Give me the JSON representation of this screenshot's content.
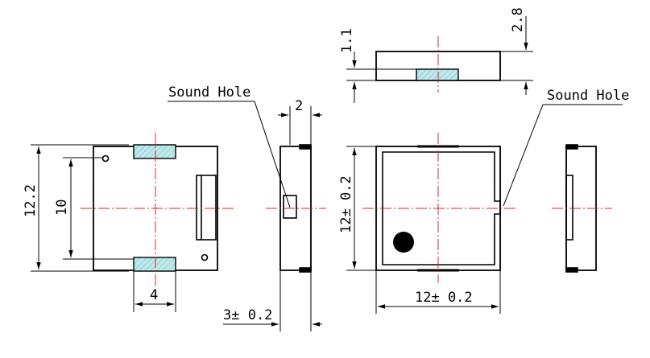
{
  "labels": {
    "sound_hole_left": "Sound Hole",
    "sound_hole_right": "Sound Hole"
  },
  "dimensions": {
    "height_12_2": "12.2",
    "pad_spacing_10": "10",
    "pad_width_4": "4",
    "side_width_2": "2",
    "side_thickness_3": "3± 0.2",
    "top_thickness_1_1": "1.1",
    "top_height_2_8": "2.8",
    "front_height_12": "12± 0.2",
    "front_width_12": "12± 0.2"
  },
  "colors": {
    "line": "#000000",
    "centerline": "#e0202a",
    "pad_fill": "#bfe8ec"
  }
}
